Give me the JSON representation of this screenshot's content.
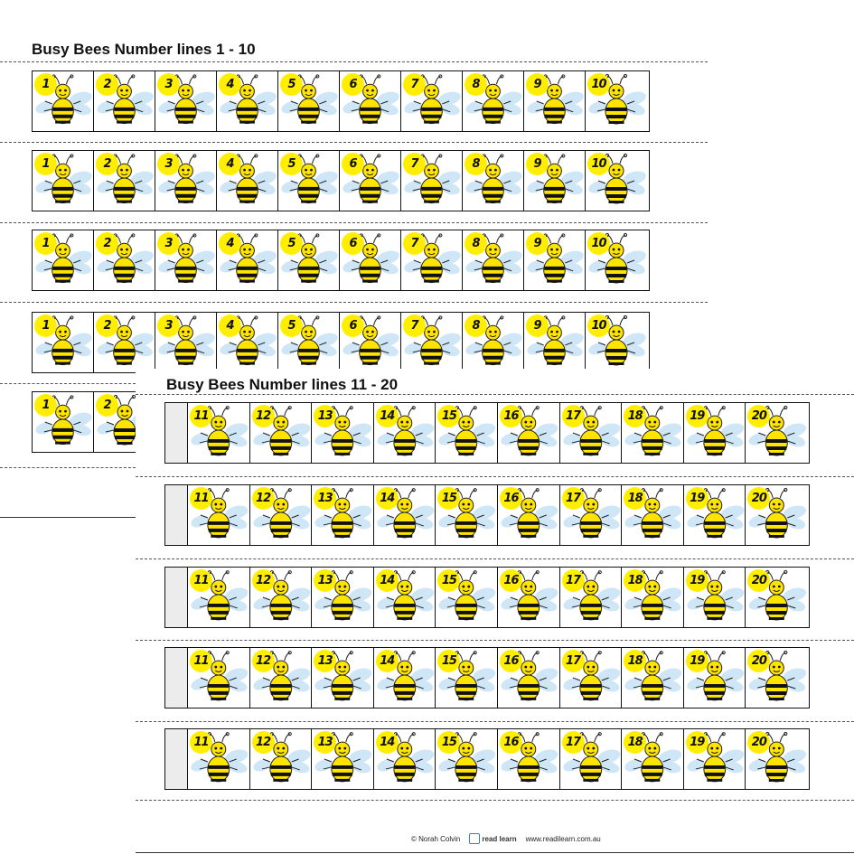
{
  "sheet1": {
    "title": "Busy Bees Number lines 1 - 10",
    "numbers": [
      "1",
      "2",
      "3",
      "4",
      "5",
      "6",
      "7",
      "8",
      "9",
      "10"
    ],
    "partial_numbers": [
      "1",
      "2"
    ]
  },
  "sheet2": {
    "title": "Busy Bees Number lines 11 - 20",
    "numbers": [
      "11",
      "12",
      "13",
      "14",
      "15",
      "16",
      "17",
      "18",
      "19",
      "20"
    ]
  },
  "footer": {
    "copyright": "© Norah Colvin",
    "logo_text": "read learn",
    "website": "www.readilearn.com.au"
  },
  "colors": {
    "bee_yellow": "#ffe400",
    "number_circle": "#ffee00",
    "wing": "#cfe6f7"
  }
}
